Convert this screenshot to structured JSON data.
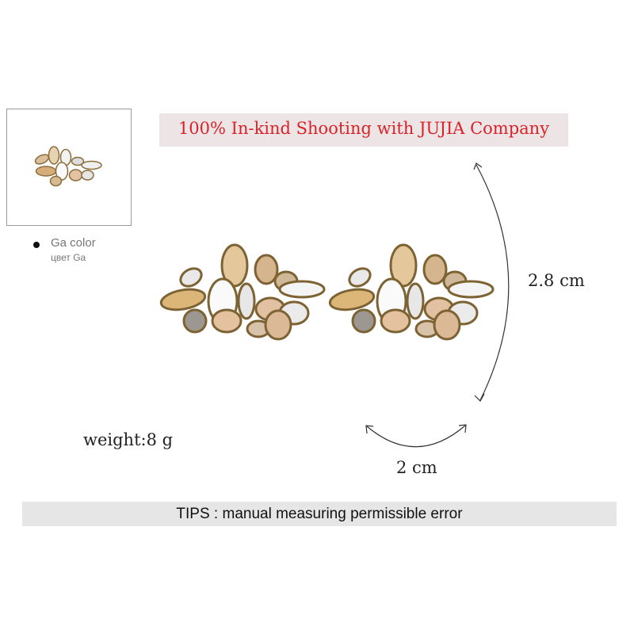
{
  "thumbnail": {
    "icon": "earring-thumbnail"
  },
  "color_option": {
    "label": "Ga color",
    "label_ru": "цвет Ga"
  },
  "banner": {
    "text": "100% In-kind Shooting with JUJIA Company",
    "text_color": "#d8232a",
    "background": "#ece4e5"
  },
  "product": {
    "image": "crystal-cluster-earrings"
  },
  "dimensions": {
    "height": "2.8 cm",
    "width": "2 cm"
  },
  "weight": "weight:8 g",
  "tips": "TIPS : manual measuring permissible error"
}
